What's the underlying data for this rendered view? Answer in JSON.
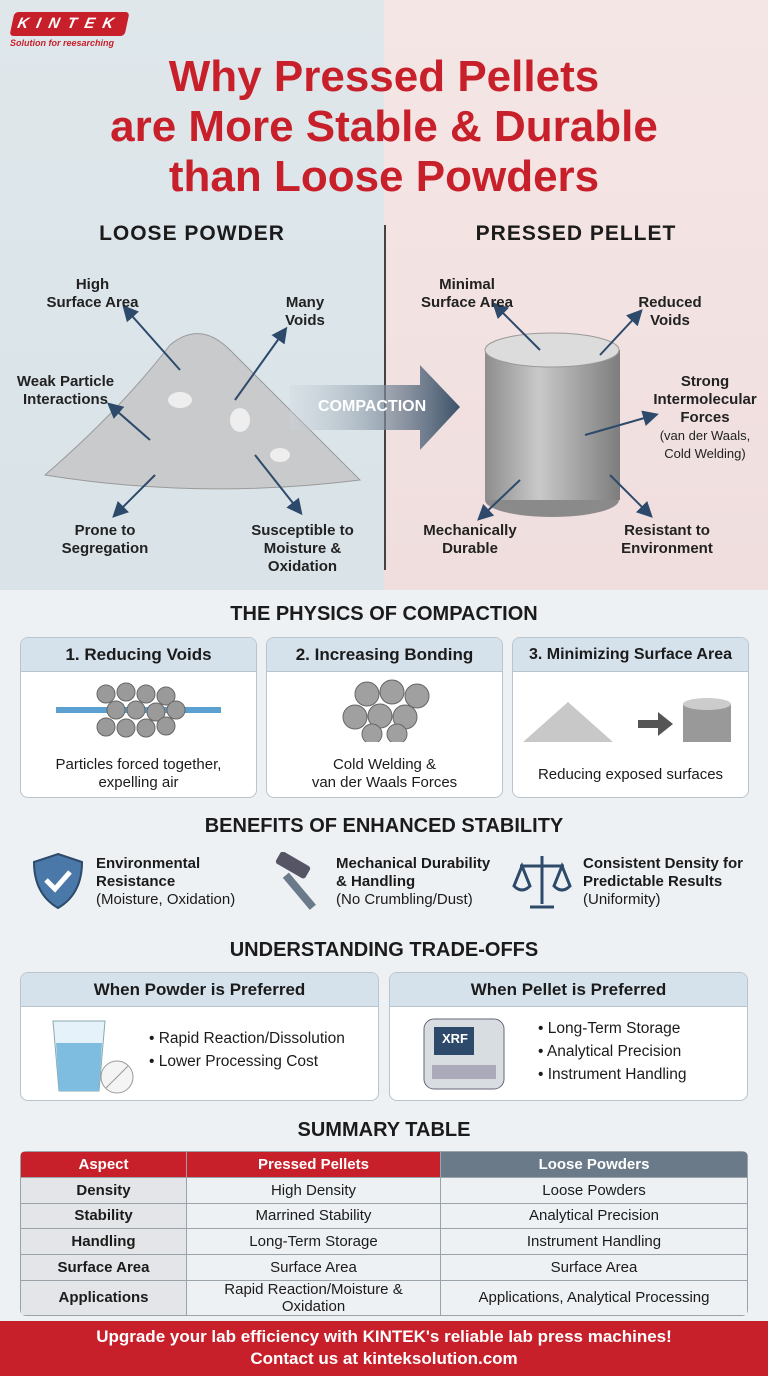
{
  "logo": {
    "brand": "KINTEK",
    "tagline": "Solution for reesarching"
  },
  "title": [
    "Why Pressed Pellets",
    "are More Stable & Durable",
    "than Loose Powders"
  ],
  "comparison": {
    "loose": {
      "heading": "LOOSE POWDER",
      "labels": {
        "surface": [
          "High",
          "Surface Area"
        ],
        "voids": [
          "Many",
          "Voids"
        ],
        "weak": [
          "Weak Particle",
          "Interactions"
        ],
        "segregation": [
          "Prone to",
          "Segregation"
        ],
        "moisture": [
          "Susceptible to",
          "Moisture &",
          "Oxidation"
        ]
      }
    },
    "arrow_label": "COMPACTION",
    "pellet": {
      "heading": "PRESSED PELLET",
      "labels": {
        "surface": [
          "Minimal",
          "Surface Area"
        ],
        "voids": [
          "Reduced",
          "Voids"
        ],
        "forces": [
          "Strong",
          "Intermolecular",
          "Forces"
        ],
        "forces_note": [
          "(van der Waals,",
          "Cold Welding)"
        ],
        "durable": [
          "Mechanically",
          "Durable"
        ],
        "resistant": [
          "Resistant to",
          "Environment"
        ]
      }
    }
  },
  "physics": {
    "title": "THE PHYSICS OF COMPACTION",
    "cards": [
      {
        "title": "1. Reducing Voids",
        "caption": [
          "Particles forced together,",
          "expelling air"
        ]
      },
      {
        "title": "2. Increasing Bonding",
        "caption": [
          "Cold Welding &",
          "van der Waals Forces"
        ]
      },
      {
        "title": "3. Minimizing Surface Area",
        "caption": [
          "Reducing exposed surfaces"
        ]
      }
    ]
  },
  "benefits": {
    "title": "BENEFITS OF ENHANCED STABILITY",
    "items": [
      {
        "icon": "shield-check-icon",
        "title": [
          "Environmental",
          "Resistance"
        ],
        "note": "(Moisture, Oxidation)"
      },
      {
        "icon": "hammer-icon",
        "title": [
          "Mechanical Durability",
          "& Handling"
        ],
        "note": "(No Crumbling/Dust)"
      },
      {
        "icon": "scale-icon",
        "title": [
          "Consistent Density for",
          "Predictable Results"
        ],
        "note": "(Uniformity)"
      }
    ]
  },
  "tradeoffs": {
    "title": "UNDERSTANDING TRADE-OFFS",
    "powder": {
      "title": "When Powder is Preferred",
      "items": [
        "Rapid Reaction/Dissolution",
        "Lower Processing Cost"
      ]
    },
    "pellet": {
      "title": "When Pellet is Preferred",
      "instrument_label": "XRF",
      "items": [
        "Long-Term Storage",
        "Analytical Precision",
        "Instrument Handling"
      ]
    }
  },
  "summary": {
    "title": "SUMMARY TABLE",
    "headers": [
      "Aspect",
      "Pressed Pellets",
      "Loose Powders"
    ],
    "rows": [
      [
        "Density",
        "High Density",
        "Loose Powders"
      ],
      [
        "Stability",
        "Marrined Stability",
        "Analytical Precision"
      ],
      [
        "Handling",
        "Long-Term Storage",
        "Instrument Handling"
      ],
      [
        "Surface Area",
        "Surface Area",
        "Surface Area"
      ],
      [
        "Applications",
        "Rapid Reaction/Moisture & Oxidation",
        "Applications, Analytical Processing"
      ]
    ]
  },
  "footer": [
    "Upgrade your lab efficiency with KINTEK's reliable lab press machines!",
    "Contact us at kinteksolution.com"
  ],
  "colors": {
    "brand_red": "#c8202a",
    "header_slate": "#6b7a89",
    "card_header": "#d5e1eb"
  }
}
